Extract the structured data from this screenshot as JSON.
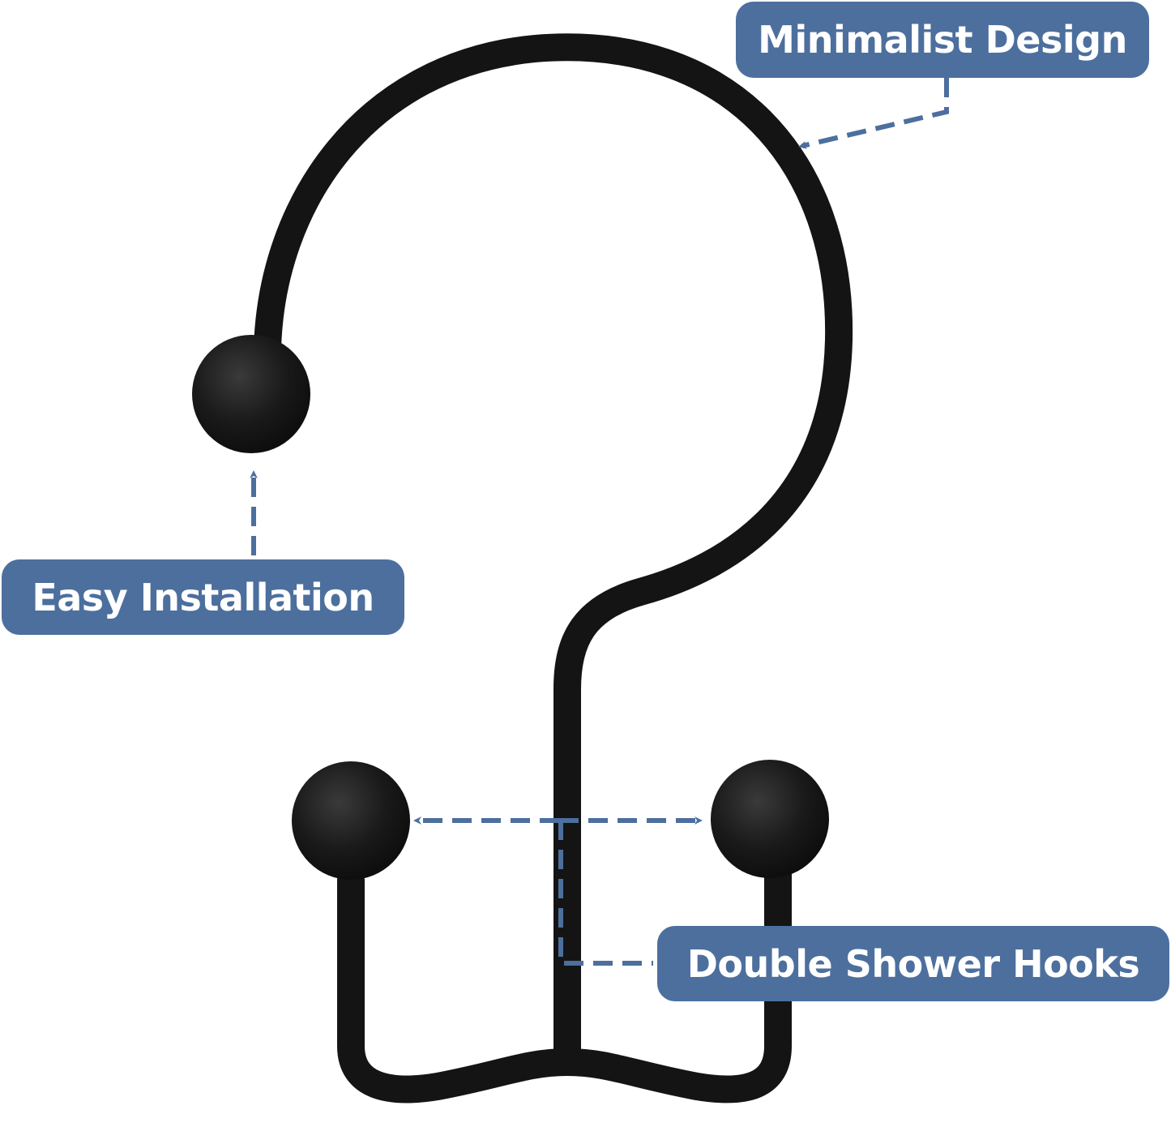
{
  "labels": {
    "minimalist": "Minimalist Design",
    "easy": "Easy Installation",
    "double": "Double Shower Hooks"
  },
  "colors": {
    "label_bg": "#4c6f9e",
    "label_text": "#ffffff",
    "hook": "#141414",
    "arrow": "#4c6f9e",
    "background": "#ffffff"
  },
  "product": {
    "icon": "shower-curtain-double-hook",
    "finish": "matte black"
  }
}
